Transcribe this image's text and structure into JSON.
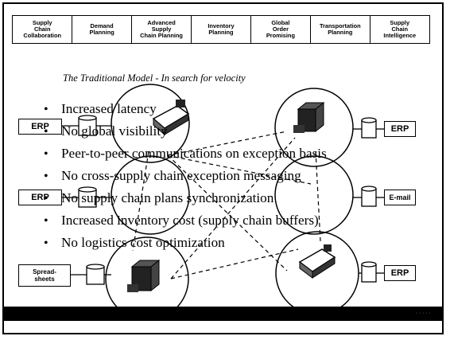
{
  "tabs": [
    "Supply\nChain\nCollaboration",
    "Demand\nPlanning",
    "Advanced\nSupply\nChain Planning",
    "Inventory\nPlanning",
    "Global\nOrder\nPromising",
    "Transportation\nPlanning",
    "Supply\nChain\nIntelligence"
  ],
  "subtitle": "The Traditional Model - In search for velocity",
  "bullets": [
    "Increased latency",
    "No global visibility",
    "Peer-to-peer communications on exception basis",
    "No cross-supply chain exception messaging",
    "No supply chain plans synchronization",
    "Increased inventory cost (supply chain buffers)",
    "No logistics cost optimization"
  ],
  "systems": {
    "left_top": "ERP",
    "left_mid": "ERP",
    "left_bottom": "Spread-\nsheets",
    "right_top": "ERP",
    "right_mid": "E-mail",
    "right_bottom": "ERP"
  },
  "footer": "· · ·  · ·"
}
